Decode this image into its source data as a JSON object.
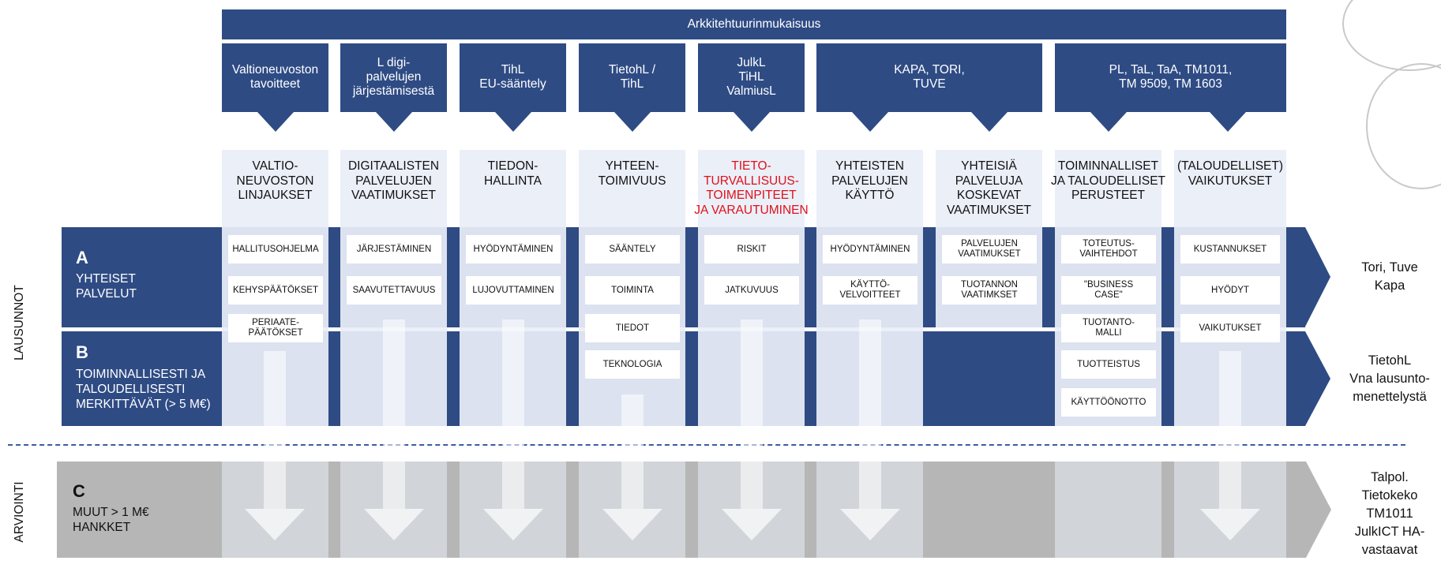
{
  "header": {
    "title": "Arkkitehtuurinmukaisuus"
  },
  "top_sources": [
    {
      "label": "Valtioneuvoston tavoitteet"
    },
    {
      "label": "L digi-\npalvelujen järjestämisestä"
    },
    {
      "label": "TihL\nEU-sääntely"
    },
    {
      "label": "TietohL /\nTihL"
    },
    {
      "label": "JulkL\nTiHL\nValmiusL"
    },
    {
      "label": "KAPA, TORI,\nTUVE"
    },
    {
      "label": "PL, TaL, TaA, TM1011,\nTM 9509, TM 1603"
    }
  ],
  "columns": [
    {
      "heading": "VALTIO-\nNEUVOSTON\nLINJAUKSET",
      "items": [
        "HALLITUSOHJELMA",
        "KEHYSPÄÄTÖKSET",
        "PERIAATE-\nPÄÄTÖKSET"
      ]
    },
    {
      "heading": "DIGITAALISTEN\nPALVELUJEN\nVAATIMUKSET",
      "items": [
        "JÄRJESTÄMINEN",
        "SAAVUTETTAVUUS"
      ]
    },
    {
      "heading": "TIEDON-\nHALLINTA",
      "items": [
        "HYÖDYNTÄMINEN",
        "LUJOVUTTAMINEN"
      ]
    },
    {
      "heading": "YHTEEN-\nTOIMIVUUS",
      "items": [
        "SÄÄNTELY",
        "TOIMINTA",
        "TIEDOT",
        "TEKNOLOGIA"
      ]
    },
    {
      "heading": "TIETO-\nTURVALLISUUS-\nTOIMENPITEET\nJA VARAUTUMINEN",
      "highlight_color": "#e0101a",
      "items": [
        "RISKIT",
        "JATKUVUUS"
      ]
    },
    {
      "heading": "YHTEISTEN\nPALVELUJEN\nKÄYTTÖ",
      "items": [
        "HYÖDYNTÄMINEN",
        "KÄYTTÖ-\nVELVOITTEET"
      ]
    },
    {
      "heading": "YHTEISIÄ\nPALVELUJA\nKOSKEVAT\nVAATIMUKSET",
      "items": [
        "PALVELUJEN\nVAATIMUKSET",
        "TUOTANNON\nVAATIMKSET"
      ]
    },
    {
      "heading": "TOIMINNALLISET\nJA TALOUDELLISET\nPERUSTEET",
      "items": [
        "TOTEUTUS-\nVAIHTEHDOT",
        "\"BUSINESS\nCASE\"",
        "TUOTANTO-\nMALLI",
        "TUOTTEISTUS",
        "KÄYTTÖÖNOTTO"
      ]
    },
    {
      "heading": "(TALOUDELLISET)\nVAIKUTUKSET",
      "items": [
        "KUSTANNUKSET",
        "HYÖDYT",
        "VAIKUTUKSET"
      ]
    }
  ],
  "rows": {
    "a": {
      "letter": "A",
      "text": "YHTEISET\nPALVELUT",
      "right": "Tori, Tuve\nKapa"
    },
    "b": {
      "letter": "B",
      "text": "TOIMINNALLISESTI JA\nTALOUDELLISESTI\nMERKITTÄVÄT (> 5 M€)",
      "right": "TietohL\nVna lausunto-\nmenettelystä"
    },
    "c": {
      "letter": "C",
      "text": "MUUT > 1 M€\nHANKKET",
      "right": "Talpol.\nTietokeko\nTM1011\nJulkICT HA-\nvastaavat"
    }
  },
  "side_labels": {
    "upper": "LAUSUNNOT",
    "lower": "ARVIOINTI"
  },
  "colors": {
    "navy": "#2e4b84",
    "gray_band": "#b6b6b6",
    "column_fill": "#e9eef8",
    "dashed_line": "#3a5da4",
    "highlight": "#e0101a"
  }
}
